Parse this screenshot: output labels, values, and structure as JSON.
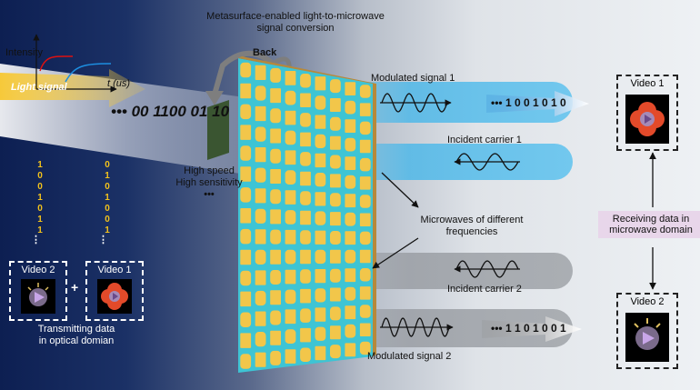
{
  "title": "Metasurface-enabled light-to-microwave\nsignal conversion",
  "back_label": "Back",
  "intensity_label": "Intensity",
  "time_label": "t (us)",
  "light_signal_label": "Light signal",
  "optical_bits": "••• 00 1100 01 10",
  "high_speed": "High speed",
  "high_sensitivity": "High sensitivity",
  "ellipsis": "•••",
  "left_bits_1": [
    "1",
    "0",
    "0",
    "1",
    "0",
    "1",
    "1"
  ],
  "left_bits_2": [
    "0",
    "1",
    "0",
    "1",
    "0",
    "0",
    "1"
  ],
  "video2_left": "Video 2",
  "video1_left": "Video 1",
  "plus": "+",
  "transmitting_label": "Transmitting data\nin optical domian",
  "modulated_1": "Modulated signal 1",
  "incident_1": "Incident carrier 1",
  "microwaves_label": "Microwaves of different\nfrequencies",
  "incident_2": "Incident carrier 2",
  "modulated_2": "Modulated signal 2",
  "bits_1": "••• 1 0 0 1 0 1 0",
  "bits_2": "••• 1 1 0 1 0 0 1",
  "video1_right": "Video 1",
  "video2_right": "Video 2",
  "receiving_label": "Receiving data in\nmicrowave domain",
  "colors": {
    "gold": "#f2c21b",
    "cyan": "#3fc6d8",
    "beam_blue": "#4fb8e8",
    "purple_box": "#e8d6ea"
  }
}
